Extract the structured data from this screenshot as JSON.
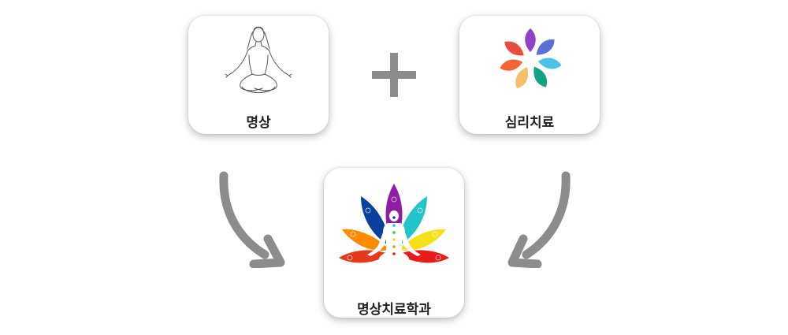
{
  "diagram": {
    "left_card": {
      "label": "명상",
      "icon": "meditating-person-sketch"
    },
    "operator": {
      "icon": "plus-sign"
    },
    "right_card": {
      "label": "심리치료",
      "icon": "colorful-petal-flower"
    },
    "result_card": {
      "label": "명상치료학과",
      "icon": "lotus-chakra-meditation"
    },
    "arrows": [
      "curved-arrow-down-right",
      "curved-arrow-down-left"
    ]
  },
  "colors": {
    "arrow": "#8c8c8c",
    "plus": "#8c8c8c",
    "text": "#222222",
    "card_bg": "#ffffff"
  }
}
